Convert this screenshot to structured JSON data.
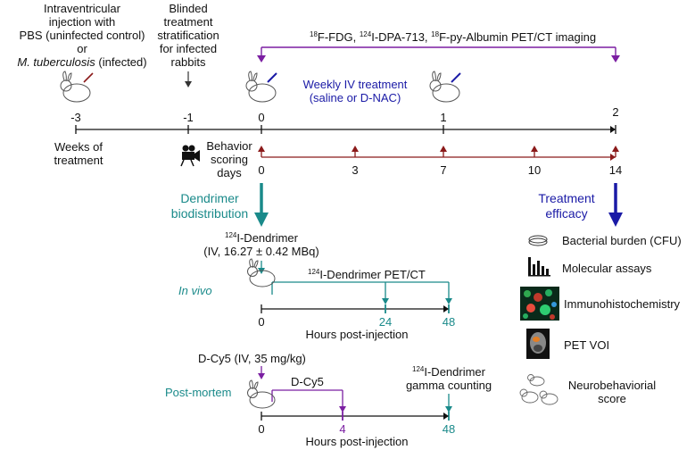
{
  "top_timeline": {
    "intraventricular": [
      "Intraventricular",
      "injection with",
      "PBS (uninfected control)",
      "or"
    ],
    "infected_italic": "M. tuberculosis",
    "infected_rest": " (infected)",
    "blinded": [
      "Blinded",
      "treatment",
      "stratification",
      "for infected",
      "rabbits"
    ],
    "imaging_sup1": "18",
    "imaging_t1": "F-FDG, ",
    "imaging_sup2": "124",
    "imaging_t2": "I-DPA-713, ",
    "imaging_sup3": "18",
    "imaging_t3": "F-py-Albumin PET/CT imaging",
    "weekly": [
      "Weekly IV treatment",
      "(saline or D-NAC)"
    ],
    "week_ticks": [
      "-3",
      "-1",
      "0",
      "1",
      "2"
    ],
    "weeks_label": [
      "Weeks of",
      "treatment"
    ]
  },
  "behavior": {
    "label": [
      "Behavior",
      "scoring",
      "days"
    ],
    "day_ticks": [
      "0",
      "3",
      "7",
      "10",
      "14"
    ]
  },
  "branches": {
    "dendrimer": [
      "Dendrimer",
      "biodistribution"
    ],
    "efficacy": [
      "Treatment",
      "efficacy"
    ]
  },
  "invivo": {
    "header_sup": "124",
    "header_line1": "I-Dendrimer",
    "header_line2": "(IV, 16.27 ± 0.42 MBq)",
    "label": "In vivo",
    "pet_sup": "124",
    "pet_text": "I-Dendrimer PET/CT",
    "ticks": [
      "0",
      "24",
      "48"
    ],
    "axis": "Hours post-injection"
  },
  "postmortem": {
    "cy5_header": "D-Cy5 (IV, 35 mg/kg)",
    "label": "Post-mortem",
    "cy5": "D-Cy5",
    "gamma_sup": "124",
    "gamma_line1": "I-Dendrimer",
    "gamma_line2": "gamma counting",
    "ticks": [
      "0",
      "4",
      "48"
    ],
    "axis": "Hours post-injection"
  },
  "outcomes": [
    "Bacterial burden (CFU)",
    "Molecular assays",
    "Immunohistochemistry",
    "PET VOI",
    [
      "Neurobehaviorial",
      "score"
    ]
  ],
  "colors": {
    "purple": "#7b1fa2",
    "teal": "#1a8a8a",
    "darkred": "#8b1a1a",
    "navy": "#1a1aa6"
  }
}
